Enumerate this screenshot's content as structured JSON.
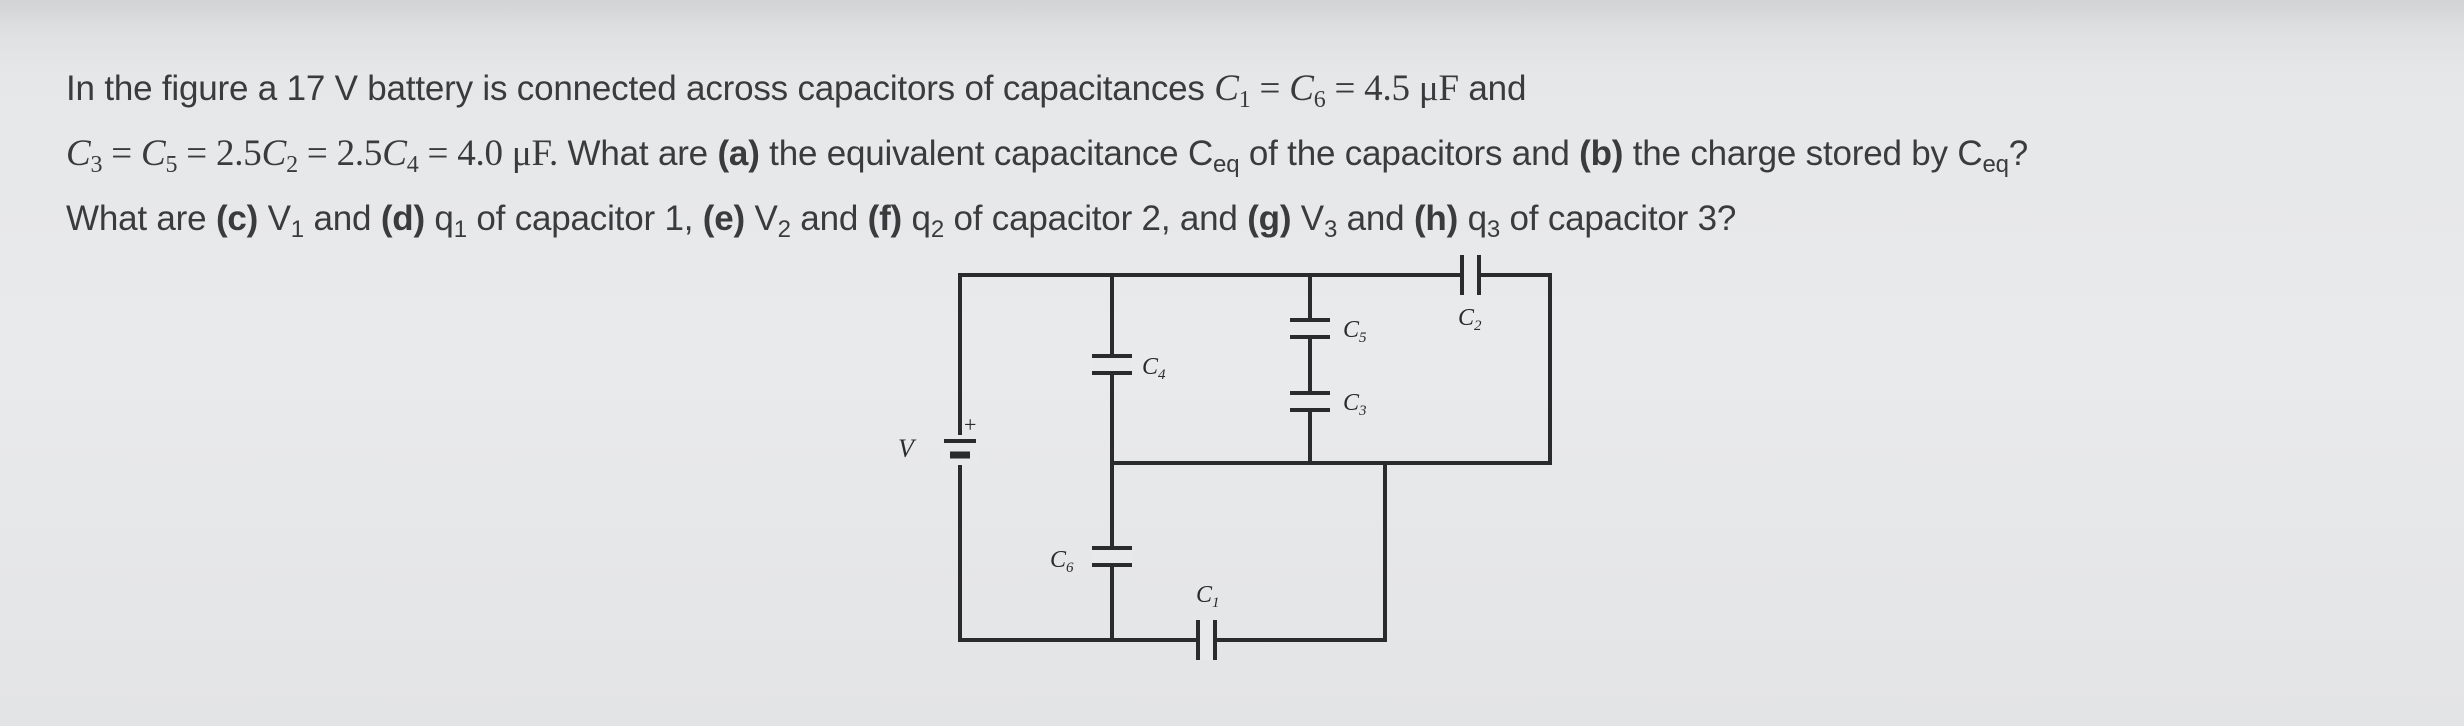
{
  "problem": {
    "l1_intro": "In the figure a ",
    "voltage": "17",
    "l1_mid": " V battery is connected across capacitors of capacitances ",
    "c1": "C",
    "c1_sub": "1",
    "eq": "=",
    "c6": "C",
    "c6_sub": "6",
    "value_1": "4.5 μF",
    "and_text": " and",
    "c3": "C",
    "c3_sub": "3",
    "c5": "C",
    "c5_sub": "5",
    "coef_2": "2.5",
    "c2": "C",
    "c2_sub": "2",
    "coef_4": "2.5",
    "c4": "C",
    "c4_sub": "4",
    "value_2": "4.0 μF",
    "period": ".",
    "l2_q": " What are ",
    "part_a": "(a)",
    "l2_a": " the equivalent capacitance C",
    "ceq_sub": "eq",
    "l2_b": " of the capacitors and ",
    "part_b": "(b)",
    "l2_c": " the charge stored by C",
    "ceq_sub_2": "eq",
    "qmark": "?",
    "l3_q": "What are ",
    "part_c": "(c)",
    "v1": " V",
    "v1_sub": "1",
    "l3_and1": " and ",
    "part_d": "(d)",
    "q1": " q",
    "q1_sub": "1",
    "l3_cap1": " of capacitor 1, ",
    "part_e": "(e)",
    "v2": " V",
    "v2_sub": "2",
    "l3_and2": " and ",
    "part_f": "(f)",
    "q2": " q",
    "q2_sub": "2",
    "l3_cap2": " of capacitor 2, and ",
    "part_g": "(g)",
    "v3": " V",
    "v3_sub": "3",
    "l3_and3": " and ",
    "part_h": "(h)",
    "q3": " q",
    "q3_sub": "3",
    "l3_cap3": " of capacitor 3?"
  },
  "circuit": {
    "battery_label": "V",
    "battery_plus": "+",
    "labels": {
      "c1": {
        "letter": "C",
        "sub": "1"
      },
      "c2": {
        "letter": "C",
        "sub": "2"
      },
      "c3": {
        "letter": "C",
        "sub": "3"
      },
      "c4": {
        "letter": "C",
        "sub": "4"
      },
      "c5": {
        "letter": "C",
        "sub": "5"
      },
      "c6": {
        "letter": "C",
        "sub": "6"
      }
    }
  }
}
